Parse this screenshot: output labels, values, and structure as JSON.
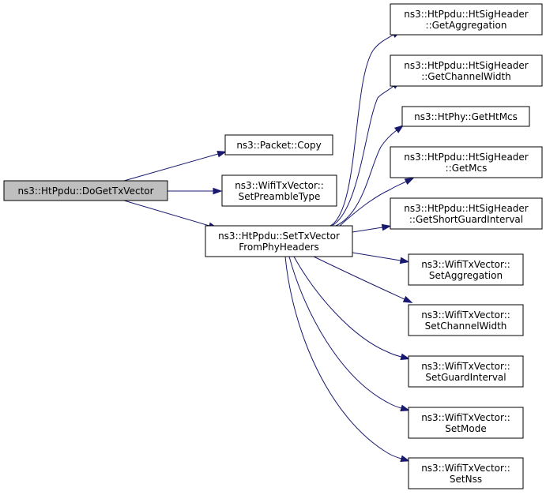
{
  "colors": {
    "edge": "#191970",
    "node_fill": "#ffffff",
    "root_fill": "#bfbfbf",
    "node_border": "#000000"
  },
  "nodes": [
    {
      "id": "root",
      "lines": [
        "ns3::HtPpdu::DoGetTxVector"
      ],
      "highlighted": true
    },
    {
      "id": "packet_copy",
      "lines": [
        "ns3::Packet::Copy"
      ]
    },
    {
      "id": "set_preamble_type",
      "lines": [
        "ns3::WifiTxVector::",
        "SetPreambleType"
      ]
    },
    {
      "id": "set_tx_vector_from_phy_headers",
      "lines": [
        "ns3::HtPpdu::SetTxVector",
        "FromPhyHeaders"
      ]
    },
    {
      "id": "get_aggregation",
      "lines": [
        "ns3::HtPpdu::HtSigHeader",
        "::GetAggregation"
      ]
    },
    {
      "id": "get_channel_width",
      "lines": [
        "ns3::HtPpdu::HtSigHeader",
        "::GetChannelWidth"
      ]
    },
    {
      "id": "get_ht_mcs",
      "lines": [
        "ns3::HtPhy::GetHtMcs"
      ]
    },
    {
      "id": "get_mcs",
      "lines": [
        "ns3::HtPpdu::HtSigHeader",
        "::GetMcs"
      ]
    },
    {
      "id": "get_short_guard_interval",
      "lines": [
        "ns3::HtPpdu::HtSigHeader",
        "::GetShortGuardInterval"
      ]
    },
    {
      "id": "set_aggregation",
      "lines": [
        "ns3::WifiTxVector::",
        "SetAggregation"
      ]
    },
    {
      "id": "set_channel_width",
      "lines": [
        "ns3::WifiTxVector::",
        "SetChannelWidth"
      ]
    },
    {
      "id": "set_guard_interval",
      "lines": [
        "ns3::WifiTxVector::",
        "SetGuardInterval"
      ]
    },
    {
      "id": "set_mode",
      "lines": [
        "ns3::WifiTxVector::",
        "SetMode"
      ]
    },
    {
      "id": "set_nss",
      "lines": [
        "ns3::WifiTxVector::",
        "SetNss"
      ]
    }
  ],
  "edges": [
    {
      "from": "root",
      "to": "packet_copy"
    },
    {
      "from": "root",
      "to": "set_preamble_type"
    },
    {
      "from": "root",
      "to": "set_tx_vector_from_phy_headers"
    },
    {
      "from": "set_tx_vector_from_phy_headers",
      "to": "get_aggregation"
    },
    {
      "from": "set_tx_vector_from_phy_headers",
      "to": "get_channel_width"
    },
    {
      "from": "set_tx_vector_from_phy_headers",
      "to": "get_ht_mcs"
    },
    {
      "from": "set_tx_vector_from_phy_headers",
      "to": "get_mcs"
    },
    {
      "from": "set_tx_vector_from_phy_headers",
      "to": "get_short_guard_interval"
    },
    {
      "from": "set_tx_vector_from_phy_headers",
      "to": "set_aggregation"
    },
    {
      "from": "set_tx_vector_from_phy_headers",
      "to": "set_channel_width"
    },
    {
      "from": "set_tx_vector_from_phy_headers",
      "to": "set_guard_interval"
    },
    {
      "from": "set_tx_vector_from_phy_headers",
      "to": "set_mode"
    },
    {
      "from": "set_tx_vector_from_phy_headers",
      "to": "set_nss"
    }
  ]
}
